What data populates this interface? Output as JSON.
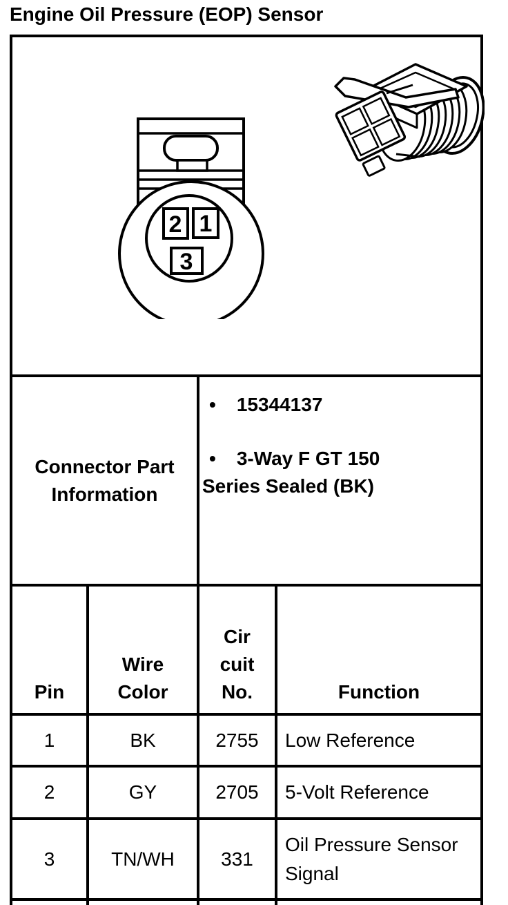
{
  "page_title": "Engine Oil Pressure (EOP) Sensor",
  "colors": {
    "line": "#000000",
    "background": "#ffffff"
  },
  "diagram": {
    "description": "EOP sensor connector drawings: face view with numbered cavities and 3D perspective view",
    "pin_labels": [
      "2",
      "1",
      "3"
    ]
  },
  "part_info": {
    "label": "Connector Part\nInformation",
    "bullet_char": "•",
    "items": [
      "15344137",
      "3-Way F GT 150\nSeries Sealed (BK)"
    ]
  },
  "pin_table": {
    "headers": {
      "pin": "Pin",
      "wire_color": "Wire\nColor",
      "circuit_no": "Cir\ncuit\nNo.",
      "function": "Function"
    },
    "rows": [
      {
        "pin": "1",
        "wire_color": "BK",
        "circuit_no": "2755",
        "function": "Low Reference"
      },
      {
        "pin": "2",
        "wire_color": "GY",
        "circuit_no": "2705",
        "function": "5-Volt Reference"
      },
      {
        "pin": "3",
        "wire_color": "TN/WH",
        "circuit_no": "331",
        "function": "Oil Pressure Sensor Signal"
      }
    ]
  }
}
